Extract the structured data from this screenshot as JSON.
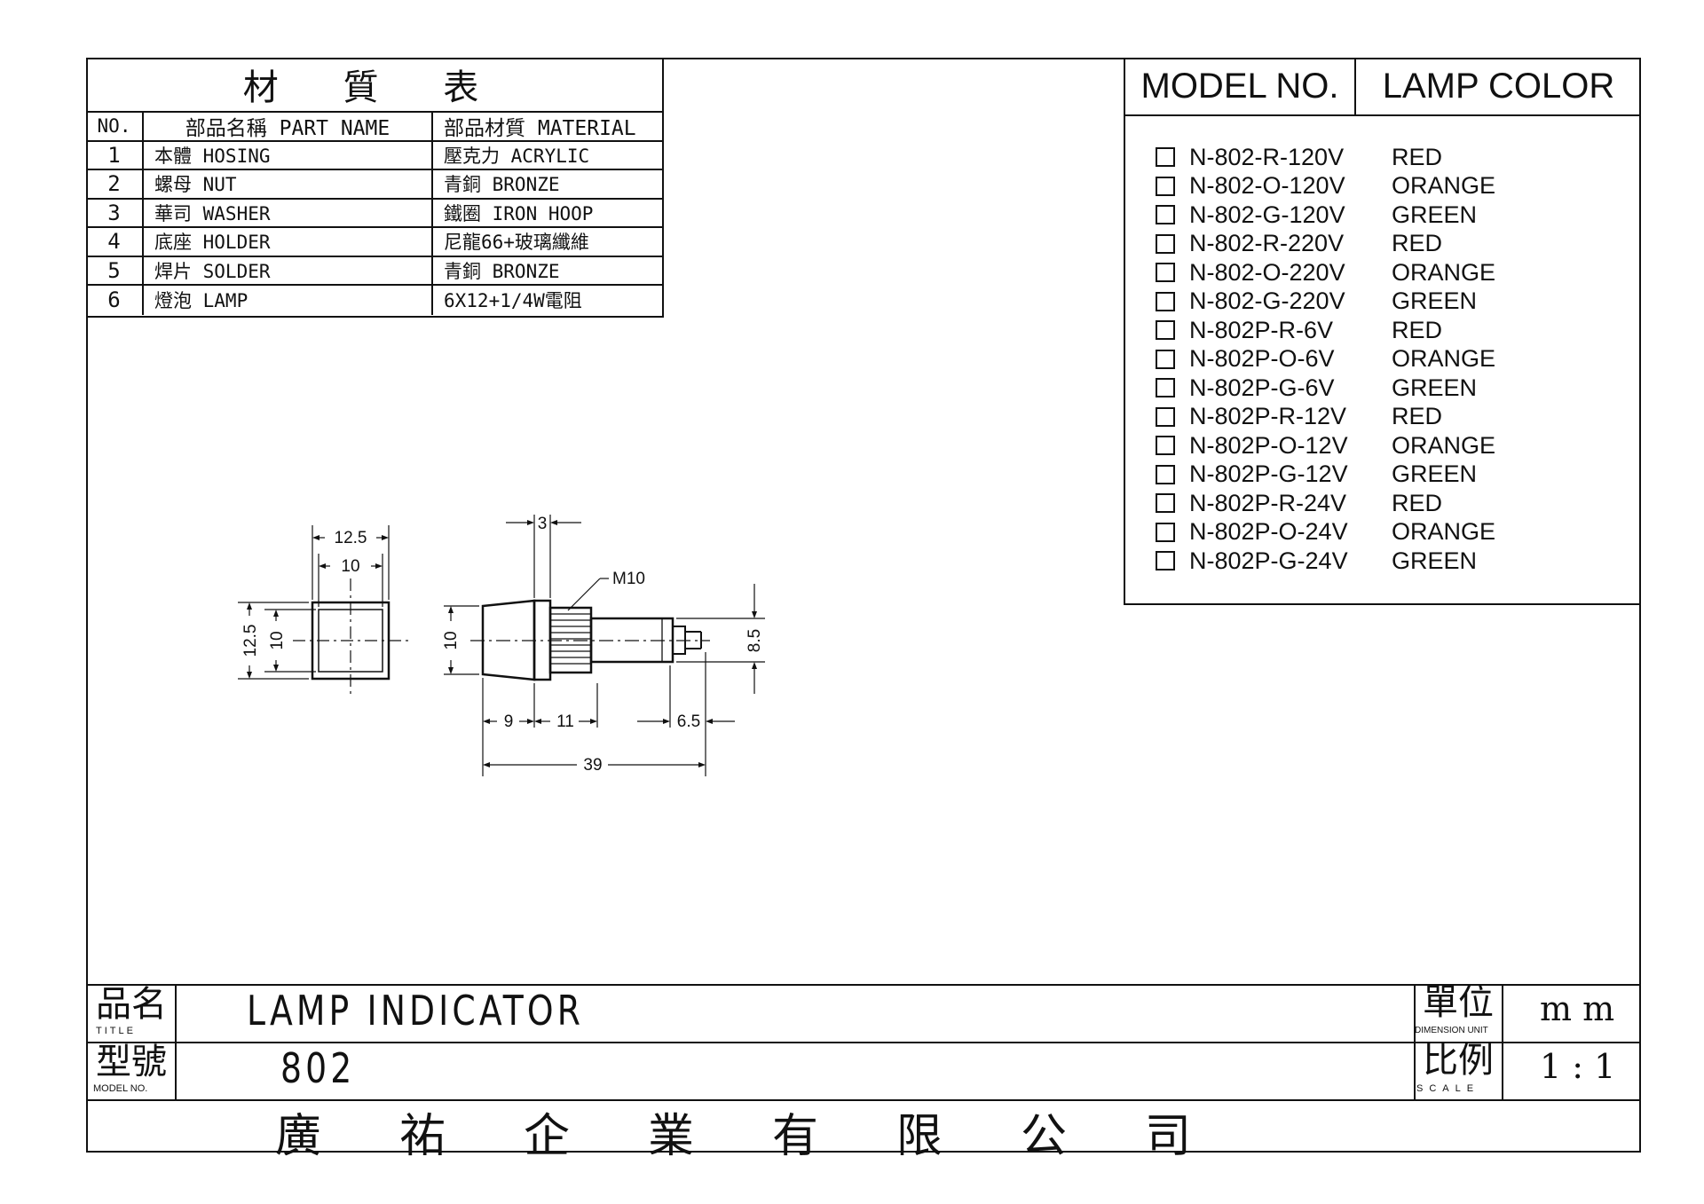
{
  "materials": {
    "title": "材 質 表",
    "headers": {
      "no": "NO.",
      "part_name": "部品名稱 PART NAME",
      "material": "部品材質 MATERIAL"
    },
    "rows": [
      {
        "no": "1",
        "part": "本體 HOSING",
        "material": "壓克力 ACRYLIC"
      },
      {
        "no": "2",
        "part": "螺母 NUT",
        "material": "青銅 BRONZE"
      },
      {
        "no": "3",
        "part": "華司 WASHER",
        "material": "鐵圈 IRON HOOP"
      },
      {
        "no": "4",
        "part": "底座 HOLDER",
        "material": "尼龍66+玻璃纖維"
      },
      {
        "no": "5",
        "part": "焊片 SOLDER",
        "material": "青銅 BRONZE"
      },
      {
        "no": "6",
        "part": "燈泡 LAMP",
        "material": "6X12+1/4W電阻"
      }
    ]
  },
  "models": {
    "header_model": "MODEL NO.",
    "header_color": "LAMP COLOR",
    "items": [
      {
        "code": "N-802-R-120V",
        "color": "RED"
      },
      {
        "code": "N-802-O-120V",
        "color": "ORANGE"
      },
      {
        "code": "N-802-G-120V",
        "color": "GREEN"
      },
      {
        "code": "N-802-R-220V",
        "color": "RED"
      },
      {
        "code": "N-802-O-220V",
        "color": "ORANGE"
      },
      {
        "code": "N-802-G-220V",
        "color": "GREEN"
      },
      {
        "code": "N-802P-R-6V",
        "color": "RED"
      },
      {
        "code": "N-802P-O-6V",
        "color": "ORANGE"
      },
      {
        "code": "N-802P-G-6V",
        "color": "GREEN"
      },
      {
        "code": "N-802P-R-12V",
        "color": "RED"
      },
      {
        "code": "N-802P-O-12V",
        "color": "ORANGE"
      },
      {
        "code": "N-802P-G-12V",
        "color": "GREEN"
      },
      {
        "code": "N-802P-R-24V",
        "color": "RED"
      },
      {
        "code": "N-802P-O-24V",
        "color": "ORANGE"
      },
      {
        "code": "N-802P-G-24V",
        "color": "GREEN"
      }
    ]
  },
  "drawing": {
    "dims": {
      "front_outer_w": "12.5",
      "front_inner_w": "10",
      "front_outer_h": "12.5",
      "front_inner_h": "10",
      "side_lens_h": "10",
      "thread": "M10",
      "nut_w": "3",
      "body_h": "8.5",
      "lens_len": "9",
      "thread_len": "11",
      "tail_len": "6.5",
      "total_len": "39"
    }
  },
  "title_block": {
    "title_label_cn": "品名",
    "title_label_en": "TITLE",
    "title_value": "LAMP INDICATOR",
    "model_label_cn": "型號",
    "model_label_en": "MODEL NO.",
    "model_value": "802",
    "unit_label_cn": "單位",
    "unit_label_en": "DIMENSION UNIT",
    "unit_value": "m m",
    "scale_label_cn": "比例",
    "scale_label_en": "SCALE",
    "scale_value": "1 : 1",
    "company_chars": [
      "廣",
      "祐",
      "企",
      "業",
      "有",
      "限",
      "公",
      "司"
    ]
  }
}
